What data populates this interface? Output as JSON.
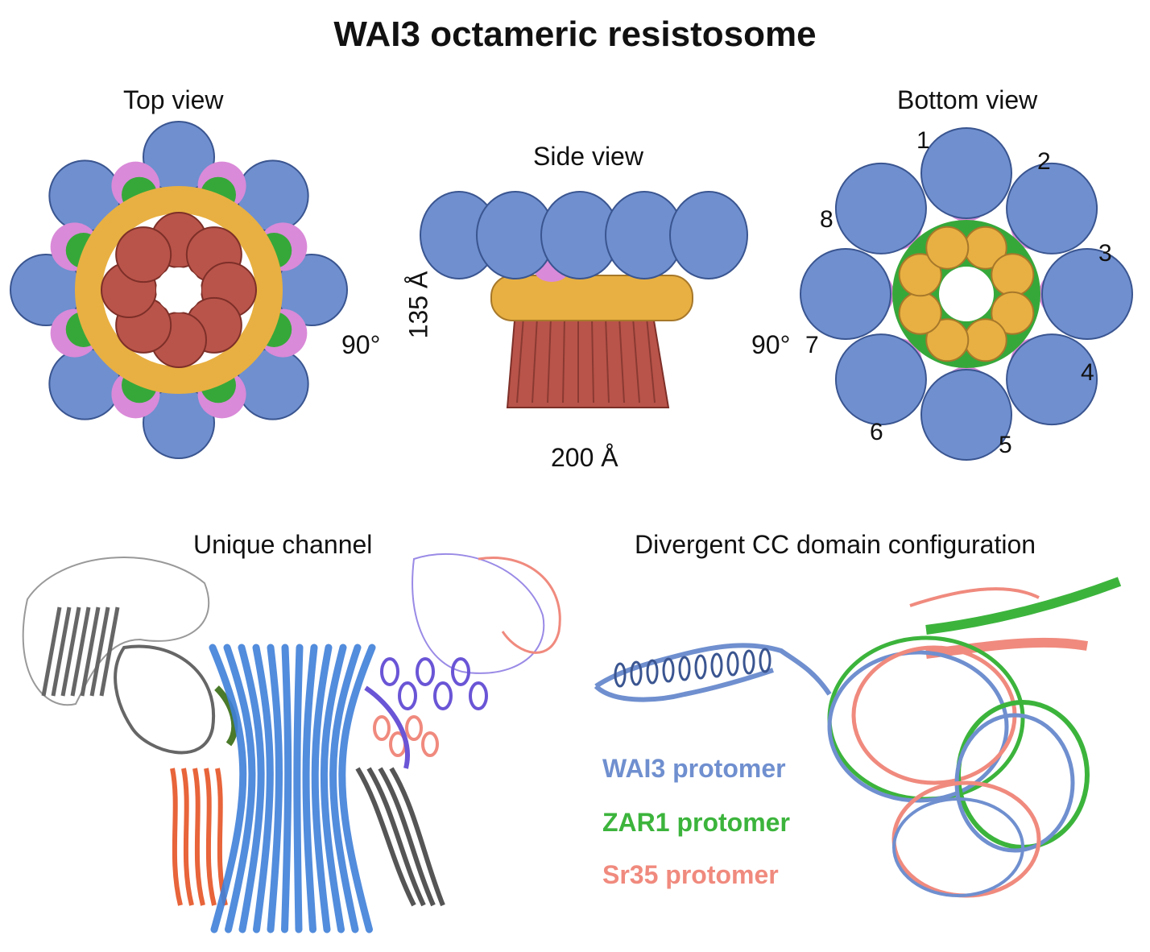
{
  "title": "WAI3 octameric resistosome",
  "panels": {
    "top_view": "Top view",
    "side_view": "Side view",
    "bottom_view": "Bottom view",
    "unique_channel": "Unique channel",
    "divergent": "Divergent CC domain configuration"
  },
  "annotations": {
    "rotate_left": "90°",
    "rotate_right": "90°",
    "height": "135 Å",
    "width": "200 Å"
  },
  "protomer_numbers": [
    "1",
    "2",
    "3",
    "4",
    "5",
    "6",
    "7",
    "8"
  ],
  "legend": [
    {
      "label": "WAI3 protomer",
      "color": "#6f8fcf"
    },
    {
      "label": "ZAR1 protomer",
      "color": "#3cb43c"
    },
    {
      "label": "Sr35  protomer",
      "color": "#f08a7e"
    }
  ],
  "colors": {
    "blue": "#6f8fcf",
    "green": "#36a83a",
    "pink": "#d98ad8",
    "orange": "#e8b042",
    "red": "#b9544a",
    "channel_blue": "#3f7fd8",
    "gray": "#666666",
    "salmon": "#f08a7e",
    "purple": "#6a55d6",
    "orange_red": "#e8643a"
  }
}
